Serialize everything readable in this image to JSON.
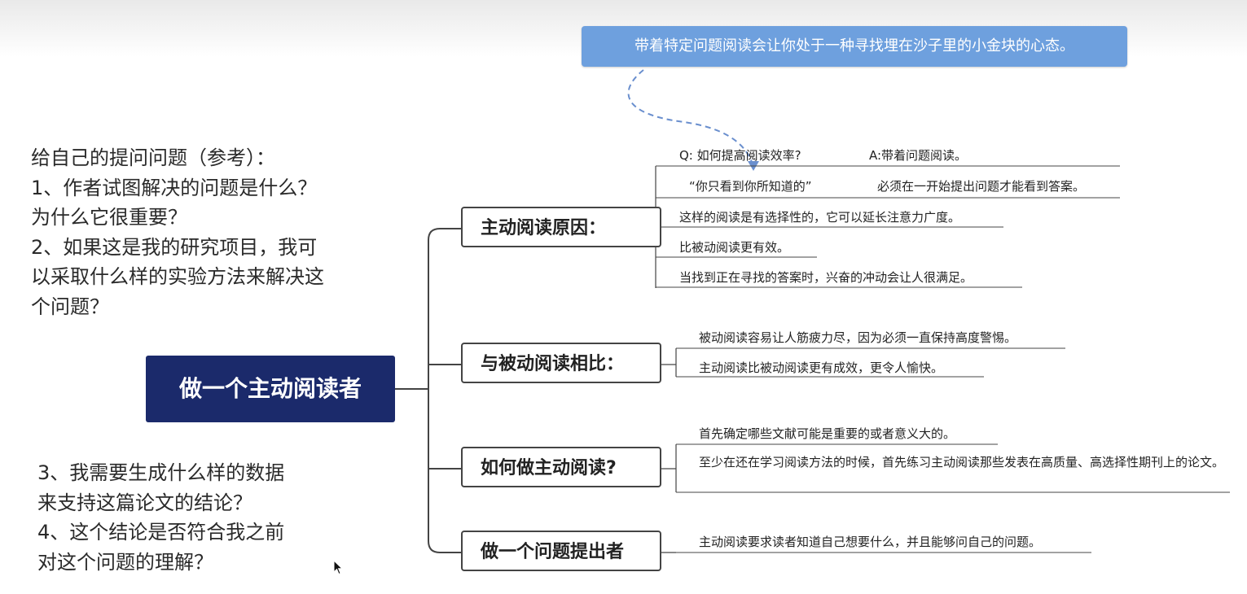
{
  "callout": "带着特定问题阅读会让你处于一种寻找埋在沙子里的小金块的心态。",
  "questions_top": [
    "给自己的提问问题（参考）：",
    "1、作者试图解决的问题是什么？",
    "为什么它很重要？",
    "2、如果这是我的研究项目，我可",
    "以采取什么样的实验方法来解决这",
    "个问题？"
  ],
  "questions_bottom": [
    "3、我需要生成什么样的数据",
    "来支持这篇论文的结论？",
    "4、这个结论是否符合我之前",
    "对这个问题的理解？"
  ],
  "root": "做一个主动阅读者",
  "branches": [
    {
      "label": "主动阅读原因：",
      "leaves": [
        "Q: 如何提高阅读效率?",
        "A:带着问题阅读。",
        "“你只看到你所知道的”",
        "必须在一开始提出问题才能看到答案。",
        "这样的阅读是有选择性的，它可以延长注意力广度。",
        "比被动阅读更有效。",
        "当找到正在寻找的答案时，兴奋的冲动会让人很满足。"
      ]
    },
    {
      "label": "与被动阅读相比：",
      "leaves": [
        "被动阅读容易让人筋疲力尽，因为必须一直保持高度警惕。",
        "主动阅读比被动阅读更有成效，更令人愉快。"
      ]
    },
    {
      "label": "如何做主动阅读?",
      "leaves": [
        "首先确定哪些文献可能是重要的或者意义大的。",
        "至少在还在学习阅读方法的时候，首先练习主动阅读那些发表在高质量、高选择性期刊上的论文。"
      ]
    },
    {
      "label": "做一个问题提出者",
      "leaves": [
        "主动阅读要求读者知道自己想要什么，并且能够问自己的问题。"
      ]
    }
  ]
}
